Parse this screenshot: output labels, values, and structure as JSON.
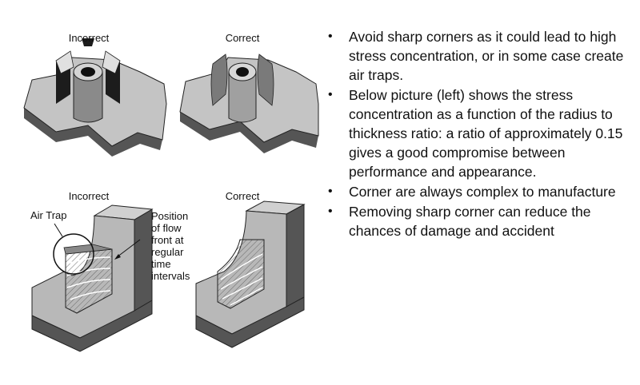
{
  "figure": {
    "labels": {
      "top_incorrect": "Incorrect",
      "top_correct": "Correct",
      "bottom_incorrect": "Incorrect",
      "bottom_correct": "Correct",
      "air_trap": "Air Trap",
      "flow_front_line1": "Position",
      "flow_front_line2": "of flow",
      "flow_front_line3": "front at",
      "flow_front_line4": "regular",
      "flow_front_line5": "time",
      "flow_front_line6": "intervals"
    }
  },
  "bullets": [
    {
      "text": "Avoid sharp corners as it could lead to high stress concentration, or in some case create air traps."
    },
    {
      "text": "Below picture (left) shows the stress concentration as a function of the radius to thickness ratio: a ratio of approximately 0.15 gives a good compromise between performance and appearance."
    },
    {
      "text": "Corner are always complex to manufacture"
    },
    {
      "text": "Removing sharp corner can reduce the chances of damage and accident"
    }
  ],
  "bullet_glyph": "•"
}
